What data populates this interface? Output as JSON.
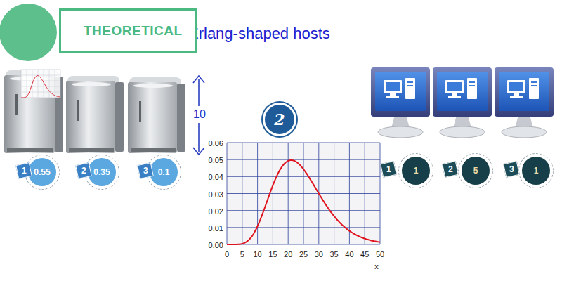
{
  "diagram": {
    "title": "Erlang-shaped hosts",
    "nodes": [
      {
        "text": [
          "THEORETICAL"
        ]
      },
      {
        "text": [
          "2"
        ]
      },
      {
        "text": [
          "1",
          "0.55"
        ]
      },
      {
        "text": [
          "2",
          "0.35"
        ]
      },
      {
        "text": [
          "3",
          "0.1"
        ]
      },
      {
        "text": [
          "1",
          "1"
        ]
      },
      {
        "text": [
          "2",
          "5"
        ]
      },
      {
        "text": [
          "3",
          "1"
        ]
      }
    ],
    "labels": [
      "10",
      "0.06",
      "0.05",
      "0.04",
      "0.03",
      "0.02",
      "0.01",
      "0.00",
      "0",
      "5",
      "10",
      "15",
      "20",
      "25",
      "30",
      "35",
      "40",
      "45",
      "50",
      "x"
    ]
  }
}
